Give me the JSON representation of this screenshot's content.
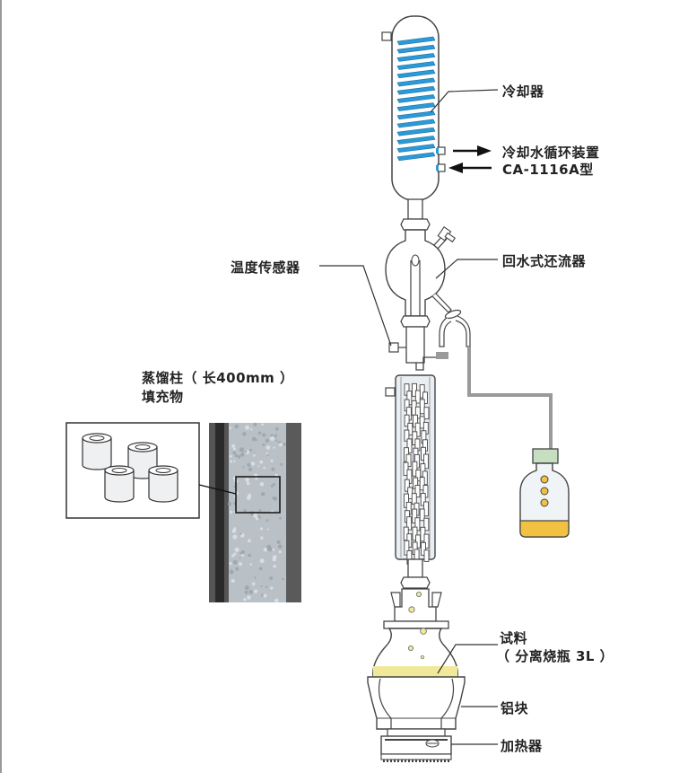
{
  "title": "蒸馏装置示意图",
  "colors": {
    "coil": "#2a9ad8",
    "glass": "#ffffff",
    "outline": "#444444",
    "tube": "#9a9a9a",
    "sample_liquid": "#f0e99a",
    "receiver_liquid": "#f2c141",
    "receiver_cap": "#c6dfc0",
    "packing_fill": "#e9eef3"
  },
  "labels": {
    "condenser": "冷却器",
    "coolant_circulator": "冷却水循环装置",
    "coolant_model": "CA-1116A型",
    "temperature_sensor": "温度传感器",
    "reflux": "回水式还流器",
    "column_line1": "蒸馏柱（ 长400mm ）",
    "column_line2": "填充物",
    "sample_line1": "试料",
    "sample_line2": "（ 分离烧瓶 3L ）",
    "aluminum_block": "铝块",
    "heater": "加热器"
  },
  "icons": {
    "arrow_out": "arrow-right-icon",
    "arrow_in": "arrow-left-icon"
  }
}
